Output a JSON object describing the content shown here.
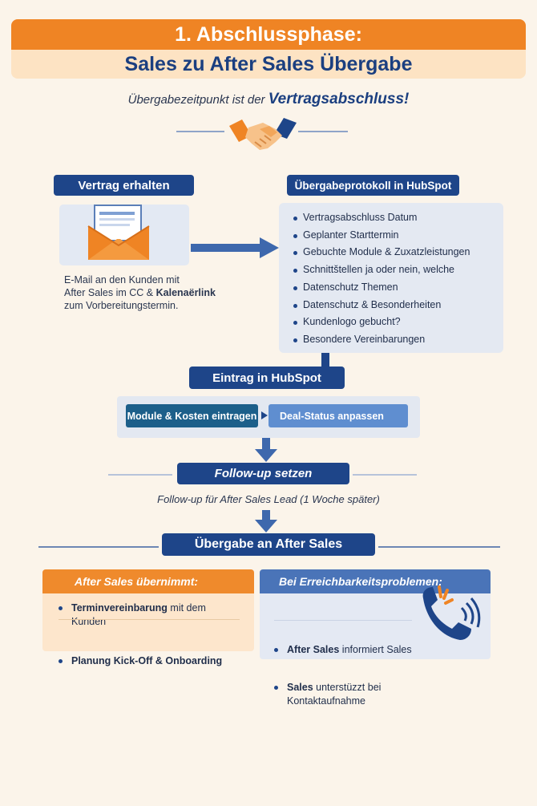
{
  "header": {
    "title": "1. Abschlussphase:",
    "subtitle": "Sales zu After Sales Übergabe"
  },
  "intro": {
    "text": "Übergabezeitpunkt ist der ",
    "emphasis": "Vertragsabschluss!"
  },
  "step_contract": {
    "label": "Vertrag erhalten",
    "desc_line1": "E-Mail an den Kunden mit",
    "desc_line2_a": "After Sales im CC & ",
    "desc_line2_b": "Kalenaërlink",
    "desc_line3": "zum Vorbereitungstermin."
  },
  "protocol": {
    "label": "Übergabeprotokoll in HubSpot",
    "items": [
      "Vertragsabschluss Datum",
      "Geplanter Starttermin",
      "Gebuchte Module & Zuxatzleistungen",
      "Schnittštellen ja oder nein, welche",
      "Datenschutz Themen",
      "Datenschutz & Besonderheiten",
      "Kundenlogo gebucht?",
      "Besondere Vereinbarungen"
    ]
  },
  "hubspot": {
    "label": "Eintrag in HubSpot",
    "btn_modules": "Module & Kosten eintragen",
    "btn_status": "Deal-Status anpassen"
  },
  "followup": {
    "label": "Follow-up setzen",
    "text": "Follow-up für After Sales Lead (1 Woche später)"
  },
  "handover": {
    "label": "Übergabe an After Sales"
  },
  "after_sales": {
    "title": "After Sales übernimmt:",
    "item1_bold": "Terminvereinbarung",
    "item1_rest": " mit dem Kunden",
    "item2": "Planung Kick-Off & Onboarding"
  },
  "reachability": {
    "title": "Bei Erreichbarkeitsproblemen:",
    "item1_bold": "After Sales",
    "item1_rest": " informiert Sales",
    "item2_bold": "Sales",
    "item2_rest": " unterstüzzt bei",
    "item2_line2": "Kontaktaufnahme"
  },
  "colors": {
    "orange": "#ef8424",
    "navy": "#1e4589",
    "light_blue": "#5f8ed0",
    "background": "#fbf4ea"
  },
  "icons": [
    "handshake-icon",
    "envelope-icon",
    "phone-icon"
  ]
}
